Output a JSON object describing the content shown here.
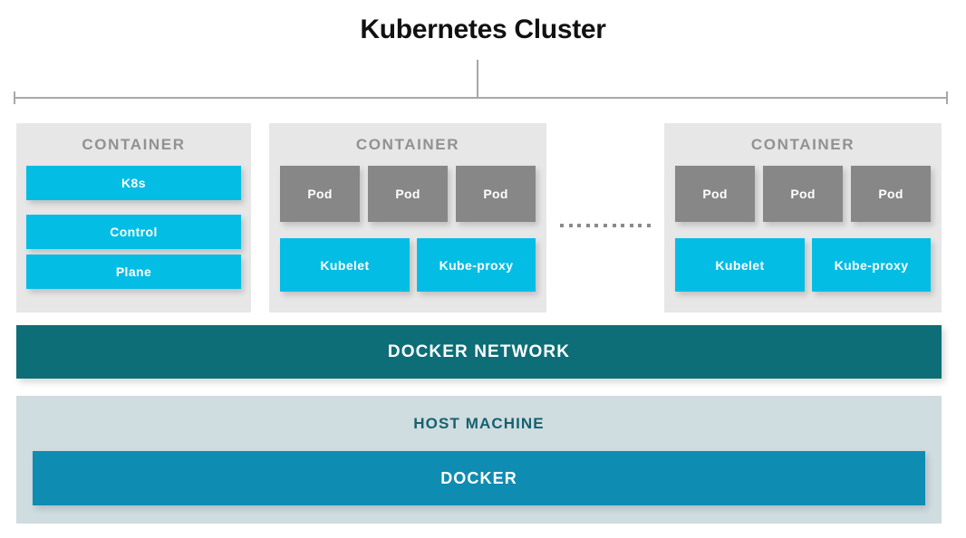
{
  "diagram": {
    "title": "Kubernetes Cluster",
    "colors": {
      "cyan": "#04bde4",
      "pod_gray": "#878787",
      "container_bg": "#e7e7e7",
      "container_label": "#919191",
      "docker_network_teal": "#0d6e77",
      "host_machine_bg": "#cfdce0",
      "host_machine_text": "#15616f",
      "docker_blue": "#0f8cb2",
      "bracket_gray": "#a8a8a8",
      "title_black": "#111111"
    },
    "bracket": {
      "present": true,
      "tick_left": true,
      "tick_right": true
    },
    "containers": [
      {
        "label": "CONTAINER",
        "kind": "control-plane",
        "bars": [
          "K8s",
          "Control",
          "Plane"
        ]
      },
      {
        "label": "CONTAINER",
        "kind": "worker-node",
        "pods": [
          "Pod",
          "Pod",
          "Pod"
        ],
        "services": [
          "Kubelet",
          "Kube-proxy"
        ]
      },
      {
        "label": "CONTAINER",
        "kind": "worker-node",
        "pods": [
          "Pod",
          "Pod",
          "Pod"
        ],
        "services": [
          "Kubelet",
          "Kube-proxy"
        ]
      }
    ],
    "ellipsis": {
      "dot_count": 11,
      "meaning": "more containers"
    },
    "docker_network": {
      "label": "DOCKER NETWORK"
    },
    "host_machine": {
      "label": "HOST MACHINE",
      "docker_label": "DOCKER"
    }
  }
}
